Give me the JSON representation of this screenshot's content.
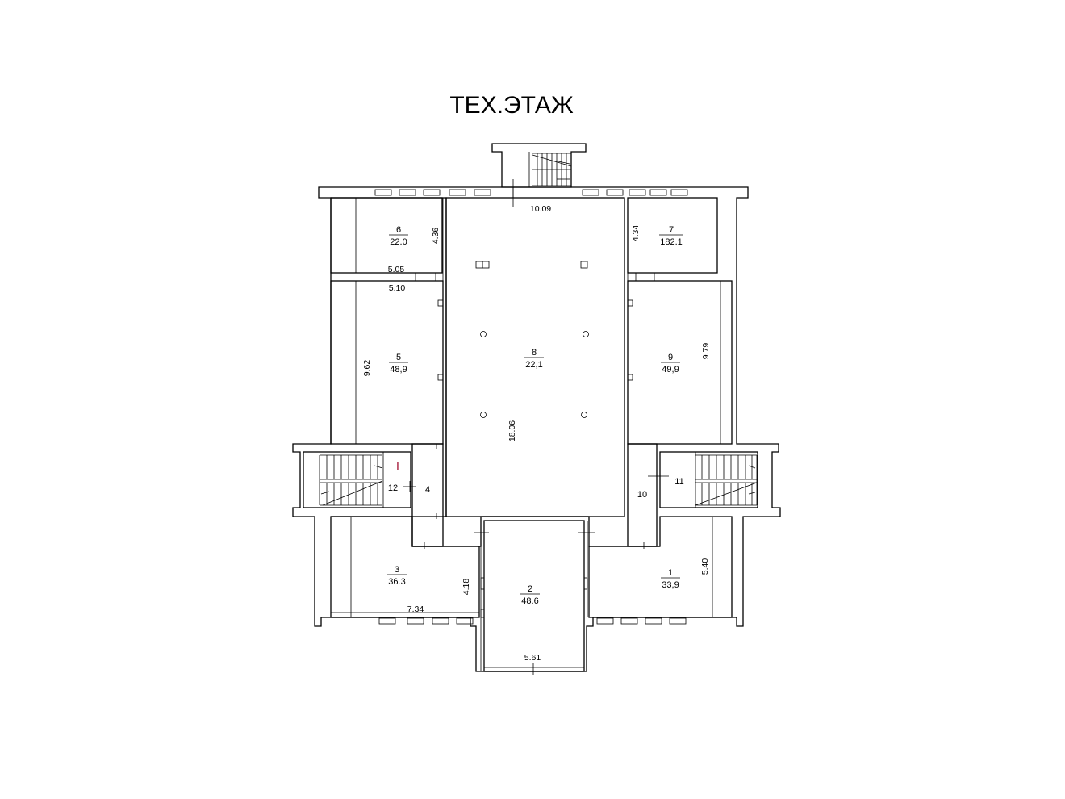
{
  "title": "ТЕХ.ЭТАЖ",
  "rooms": [
    {
      "number": "1",
      "area": "33,9"
    },
    {
      "number": "2",
      "area": "48.6"
    },
    {
      "number": "3",
      "area": "36.3"
    },
    {
      "number": "4",
      "area": ""
    },
    {
      "number": "5",
      "area": "48,9"
    },
    {
      "number": "6",
      "area": "22.0"
    },
    {
      "number": "7",
      "area": "182.1"
    },
    {
      "number": "8",
      "area": "22,1"
    },
    {
      "number": "9",
      "area": "49,9"
    },
    {
      "number": "10",
      "area": ""
    },
    {
      "number": "11",
      "area": ""
    },
    {
      "number": "12",
      "area": ""
    }
  ],
  "dimensions": [
    "10.09",
    "4.36",
    "4.34",
    "5.05",
    "5.10",
    "9.62",
    "9.79",
    "18.06",
    "4.18",
    "7.34",
    "5.40",
    "5.61"
  ],
  "stair_mark": "I"
}
